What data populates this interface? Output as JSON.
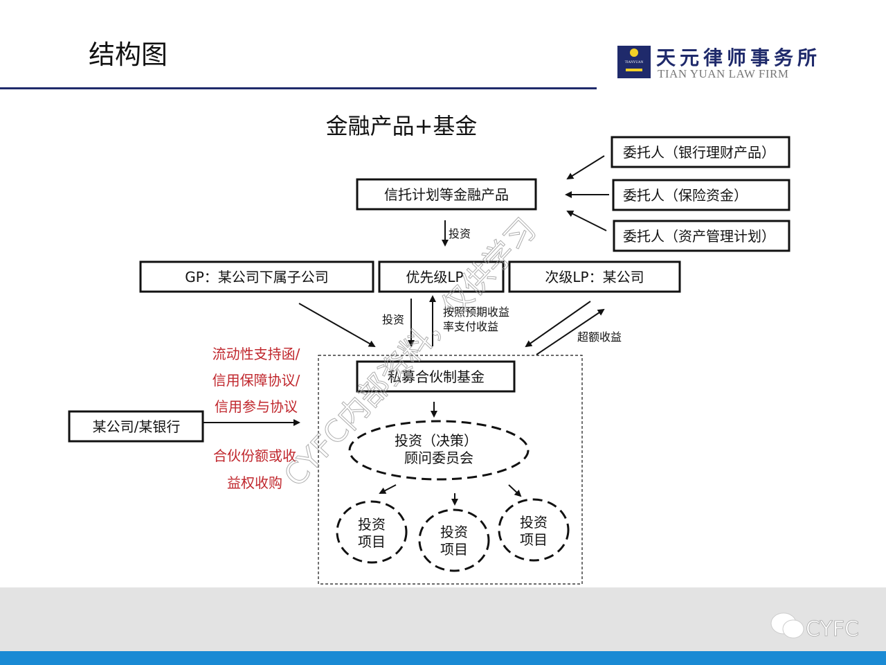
{
  "slide": {
    "title": "结构图",
    "diagram_title": "金融产品+基金"
  },
  "logo": {
    "cn": "天元律师事务所",
    "en": "TIAN YUAN LAW FIRM",
    "badge": "TIANYUAN"
  },
  "boxes": {
    "trust_product": "信托计划等金融产品",
    "principal_bank": "委托人（银行理财产品）",
    "principal_insurance": "委托人（保险资金）",
    "principal_asset": "委托人（资产管理计划）",
    "gp": "GP：某公司下属子公司",
    "senior_lp": "优先级LP",
    "junior_lp": "次级LP：某公司",
    "fund": "私募合伙制基金",
    "bank": "某公司/某银行"
  },
  "labels": {
    "invest1": "投资",
    "invest2": "投资",
    "expected_line1": "按照预期收益",
    "expected_line2": "率支付收益",
    "excess": "超额收益",
    "support_1": "流动性支持函/",
    "support_2": "信用保障协议/",
    "support_3": "信用参与协议",
    "buyback_1": "合伙份额或收",
    "buyback_2": "益权收购"
  },
  "committee": {
    "line1": "投资（决策）",
    "line2": "顾问委员会"
  },
  "projects": [
    {
      "line1": "投资",
      "line2": "项目"
    },
    {
      "line1": "投资",
      "line2": "项目"
    },
    {
      "line1": "投资",
      "line2": "项目"
    }
  ],
  "watermark": "CYFC内部资料，仅供学习",
  "footer": {
    "brand": "CYFC"
  },
  "colors": {
    "navy": "#1f2a6b",
    "footer_bar": "#1a8ad4",
    "footer_bg": "#e3e3e3",
    "red_text": "#c0272d"
  }
}
